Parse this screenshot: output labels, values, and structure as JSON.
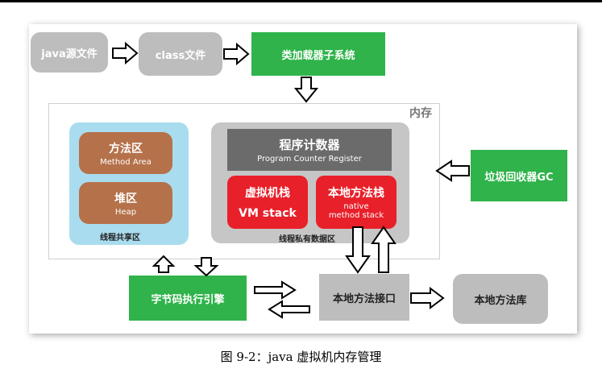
{
  "nodes": {
    "java_source": "java源文件",
    "class_file": "class文件",
    "class_loader": "类加载器子系统",
    "memory": "内存",
    "method_area_cn": "方法区",
    "method_area_en": "Method Area",
    "heap_cn": "堆区",
    "heap_en": "Heap",
    "thread_shared": "线程共享区",
    "pc_cn": "程序计数器",
    "pc_en": "Program Counter Register",
    "vm_stack_cn": "虚拟机栈",
    "vm_stack_en": "VM stack",
    "native_stack_cn": "本地方法栈",
    "native_stack_en": "native method stack",
    "thread_private": "线程私有数据区",
    "gc": "垃圾回收器GC",
    "exec_engine": "字节码执行引擎",
    "native_interface": "本地方法接口",
    "native_library": "本地方法库"
  },
  "caption": "图 9-2：java 虚拟机内存管理",
  "colors": {
    "green": "#2fb34a",
    "grey": "#bdbdbd",
    "light_blue": "#a9dcee",
    "brown": "#b5714a",
    "red": "#e8202a",
    "dark_grey": "#6b6b6b"
  }
}
